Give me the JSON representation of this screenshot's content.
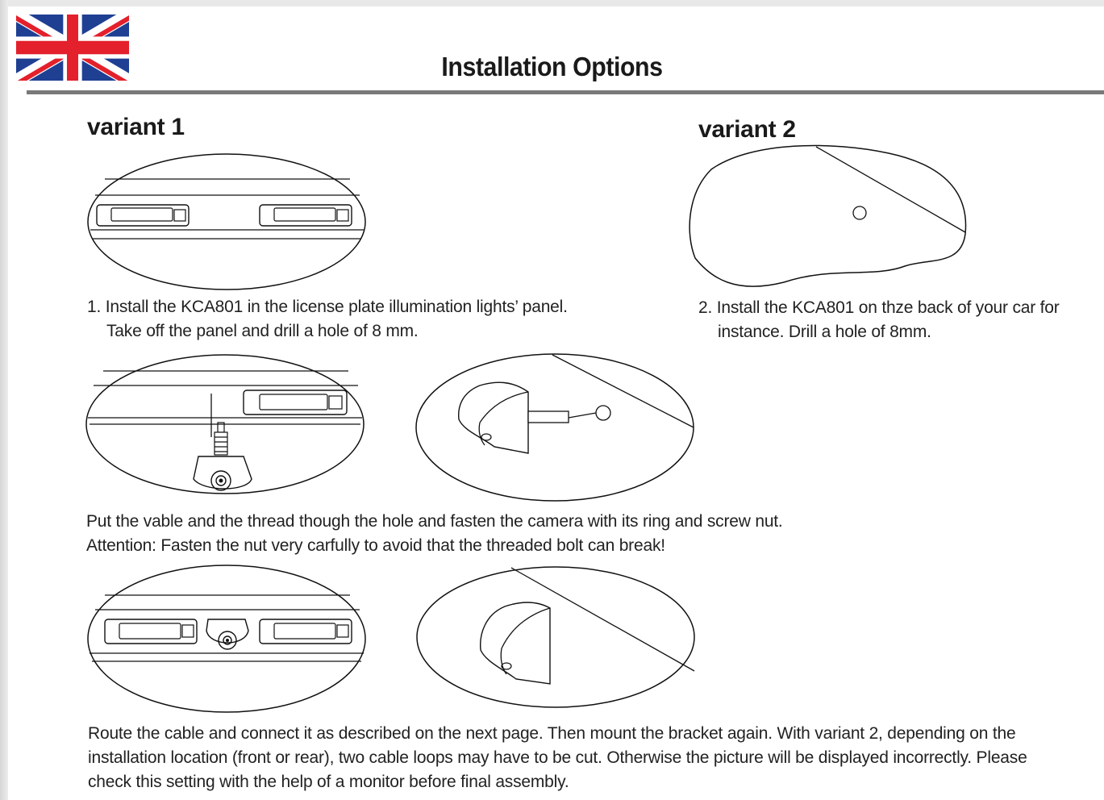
{
  "header": {
    "title": "Installation Options",
    "flag_icon": "uk-flag-icon"
  },
  "variant1": {
    "heading": "variant 1",
    "step_line1": "1. Install the KCA801 in the license plate illumination lights’ panel.",
    "step_line2": "Take off the panel and drill a hole of 8 mm."
  },
  "variant2": {
    "heading": "variant 2",
    "step_line1": "2. Install the KCA801 on thze back of your car for",
    "step_line2": "instance. Drill a hole of 8mm."
  },
  "mount_instructions": {
    "line1": "Put the vable and the thread though the hole and fasten the camera with its ring and screw nut.",
    "line2": "Attention: Fasten the nut very carfully to avoid that the threaded bolt can break!"
  },
  "final_instructions": {
    "line1": "Route the cable and connect it as described on the next page. Then mount the bracket again. With variant 2, depending on the",
    "line2": "installation location (front or rear), two cable loops may have to be cut. Otherwise the picture will be displayed incorrectly. Please",
    "line3": "check this setting with the help of a monitor before final assembly."
  },
  "colors": {
    "rule": "#7a7a7a",
    "flag_blue": "#1f3f93",
    "flag_red": "#e3202b"
  }
}
